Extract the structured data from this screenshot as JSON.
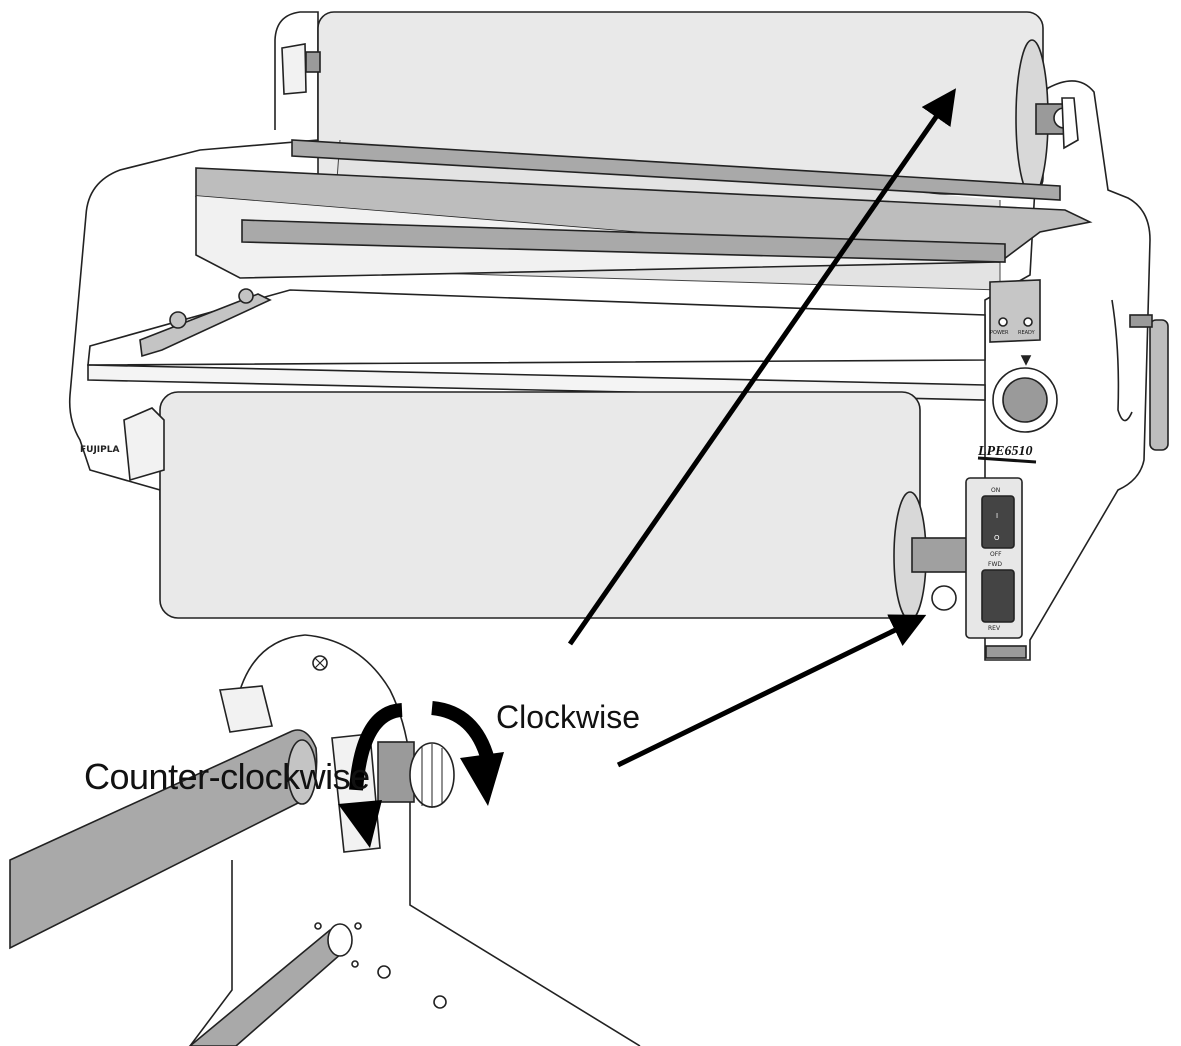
{
  "labels": {
    "clockwise": "Clockwise",
    "counter_clockwise": "Counter-clockwise"
  },
  "panel": {
    "model": "LPE6510",
    "indicators": [
      "POWER",
      "READY"
    ],
    "switch1_top": "ON",
    "switch1_on_mark": "I",
    "switch1_off_mark": "O",
    "switch1_bottom": "OFF",
    "switch2_top": "FWD",
    "switch2_bottom": "REV"
  },
  "brand": "FUJIPLA",
  "colors": {
    "roll_fill": "#e9e9e9",
    "bar_fill": "#a9a9a9",
    "outline": "#222222",
    "arrow": "#000000"
  }
}
